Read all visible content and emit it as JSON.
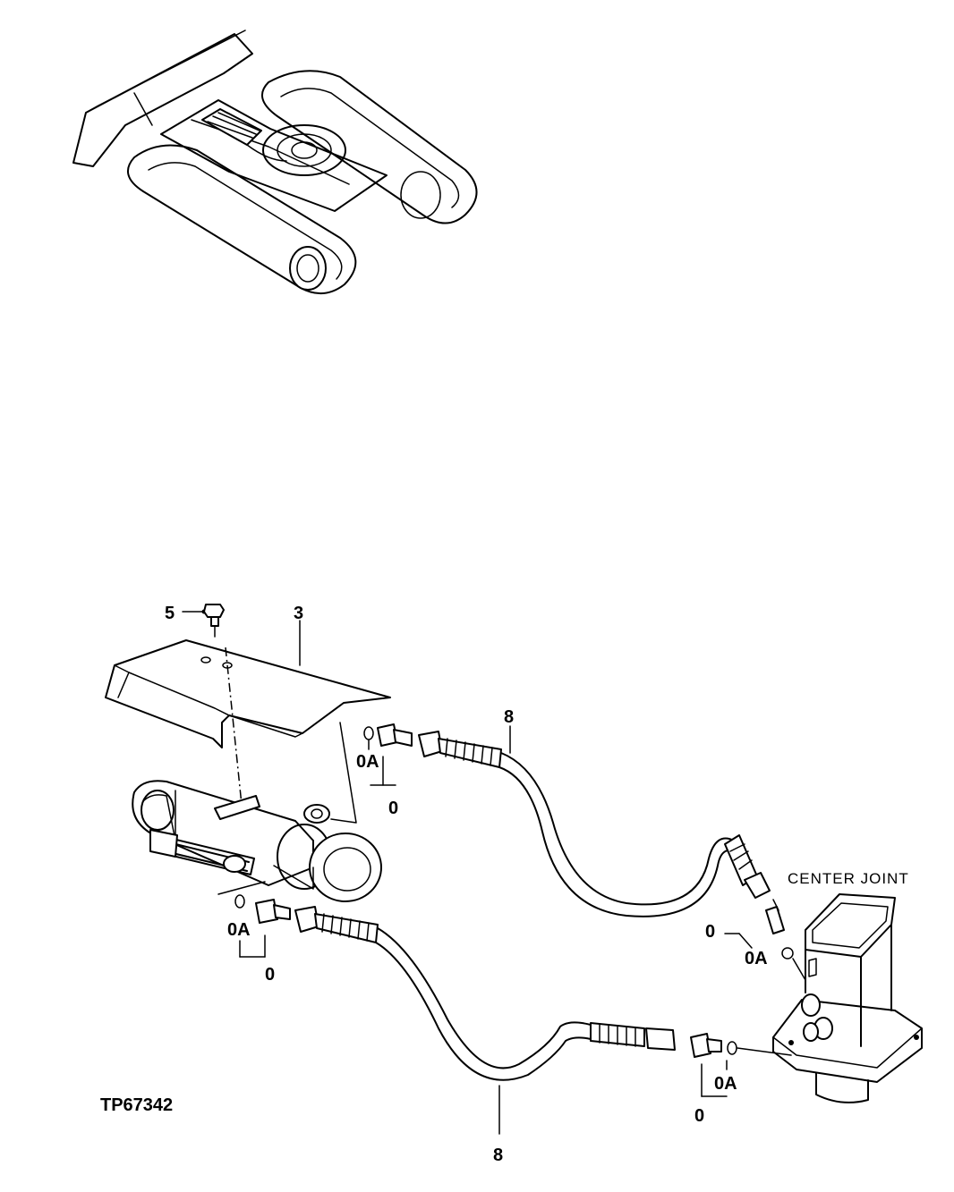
{
  "figure_id": "TP67342",
  "callouts": {
    "bolt": "5",
    "cover": "3",
    "hose_upper": "8",
    "hose_lower": "8",
    "fitting_a_top": "0",
    "oring_a_top": "0A",
    "fitting_a_bottom": "0",
    "oring_a_bottom": "0A",
    "fitting_cj_top": "0",
    "oring_cj_top": "0A",
    "fitting_cj_bottom": "0",
    "oring_cj_bottom": "0A"
  },
  "component_labels": {
    "center_joint": "CENTER JOINT"
  }
}
